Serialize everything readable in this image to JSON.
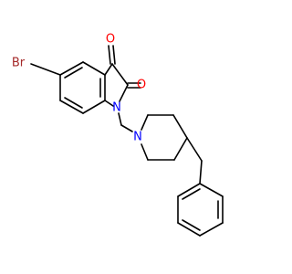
{
  "molecule": {
    "atoms": {
      "br": {
        "label": "Br",
        "color": "#a52a2a"
      },
      "o_ketone": {
        "label": "O",
        "color": "#ff0000"
      },
      "o_amide": {
        "label": "O",
        "color": "#ff0000"
      },
      "n_indole": {
        "label": "N",
        "color": "#0000ff"
      },
      "n_piperidine": {
        "label": "N",
        "color": "#0000ff"
      }
    },
    "bond_color": "#000000"
  }
}
